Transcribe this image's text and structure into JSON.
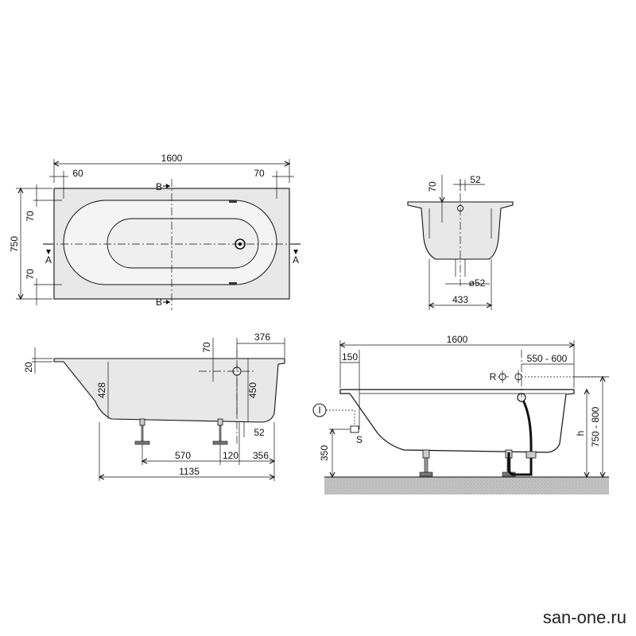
{
  "top_view": {
    "length": "1600",
    "width": "750",
    "rim_left": "60",
    "rim_right": "70",
    "rim_top": "70",
    "rim_bottom": "70",
    "section_a": "A",
    "section_b": "B"
  },
  "end_section": {
    "overflow_height": "70",
    "overflow_offset": "52",
    "drain_diameter": "ø52",
    "base_width": "433"
  },
  "side_section": {
    "rim_thickness": "20",
    "depth": "428",
    "overflow_height": "70",
    "overflow_distance": "376",
    "height": "450",
    "drain_offset": "52",
    "leg_spacing": "570",
    "leg_offset": "120",
    "drain_distance": "356",
    "total_leg_span": "1135"
  },
  "install_view": {
    "length": "1600",
    "rim_offset": "150",
    "overflow_position": "550 - 600",
    "label_r": "R",
    "label_i": "I",
    "label_s": "S",
    "label_h": "h",
    "floor_height": "350",
    "rim_height": "750 - 800"
  },
  "watermark": "san-one.ru",
  "colors": {
    "line": "#111111",
    "fill": "#e8e8e8",
    "floor": "#bdbdbd"
  }
}
